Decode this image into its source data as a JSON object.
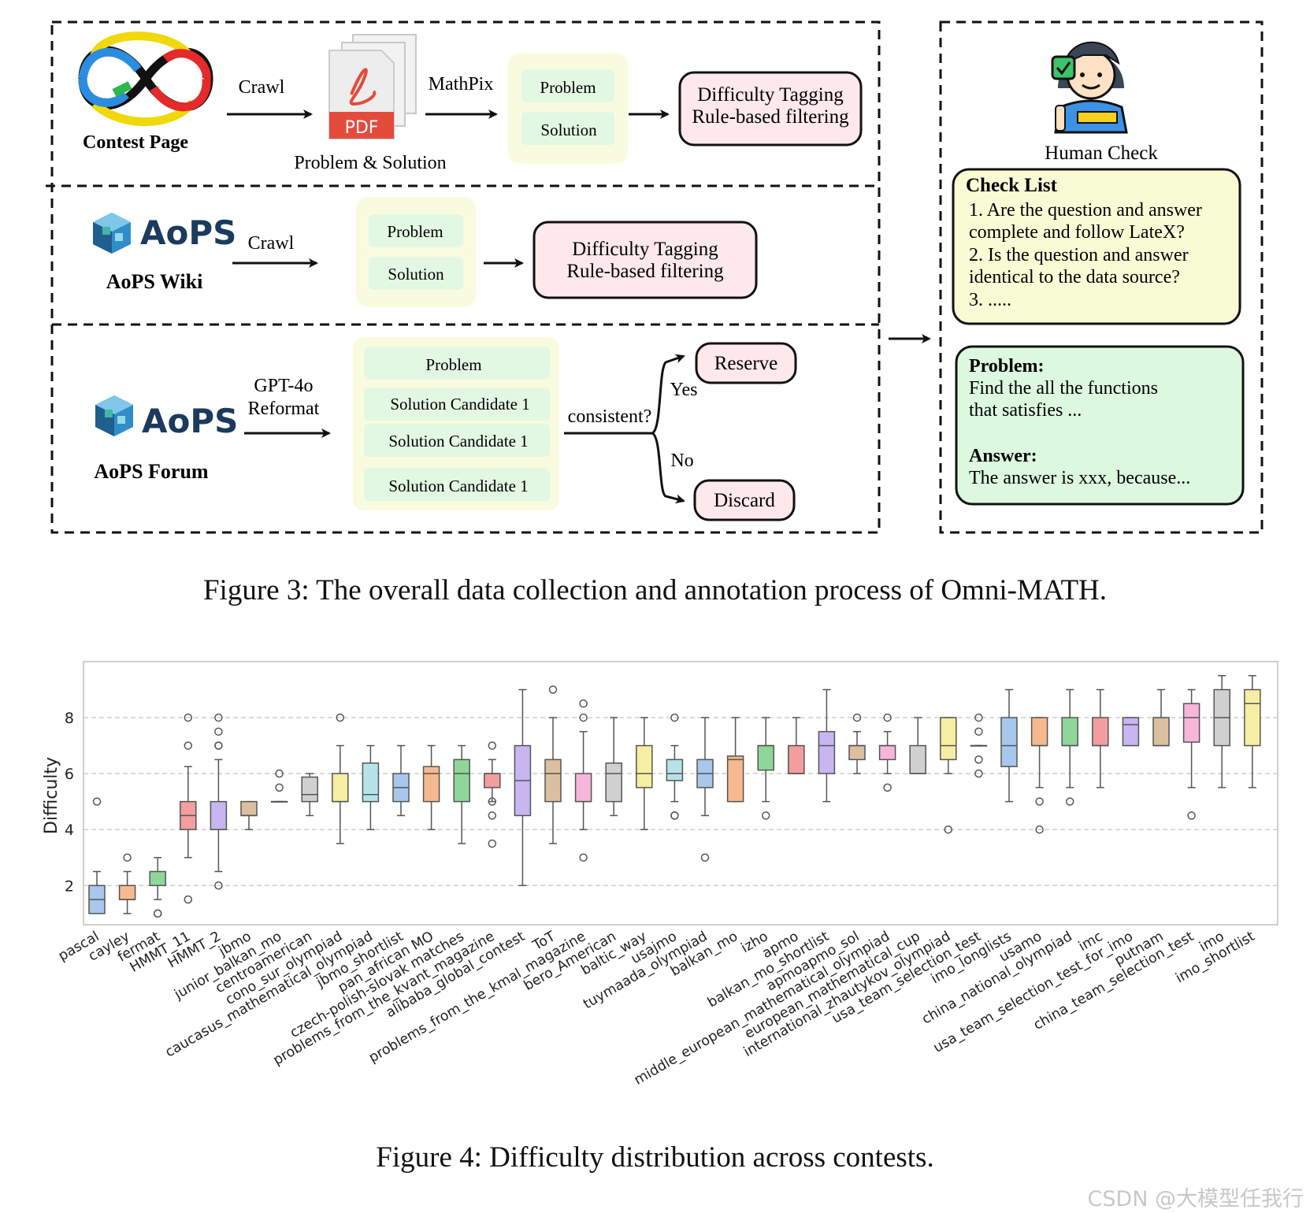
{
  "figure3": {
    "caption": "Figure 3: The overall data collection and annotation process of Omni-MATH.",
    "row1": {
      "source_label": "Contest Page",
      "crawl": "Crawl",
      "pdf_badge": "PDF",
      "pdf_caption": "Problem & Solution",
      "mathpix": "MathPix",
      "problem": "Problem",
      "solution": "Solution",
      "tag_line1": "Difficulty Tagging",
      "tag_line2": "Rule-based filtering"
    },
    "row2": {
      "logo_text": "AoPS",
      "source_label": "AoPS Wiki",
      "crawl": "Crawl",
      "problem": "Problem",
      "solution": "Solution",
      "tag_line1": "Difficulty Tagging",
      "tag_line2": "Rule-based filtering"
    },
    "row3": {
      "logo_text": "AoPS",
      "source_label": "AoPS Forum",
      "gpt_line1": "GPT-4o",
      "gpt_line2": "Reformat",
      "problem": "Problem",
      "candidates": [
        "Solution Candidate 1",
        "Solution Candidate 1",
        "Solution Candidate 1"
      ],
      "consistent": "consistent?",
      "yes": "Yes",
      "no": "No",
      "reserve": "Reserve",
      "discard": "Discard"
    },
    "human": {
      "title": "Human Check",
      "checklist_title": "Check List",
      "checklist_lines": [
        "1. Are the question and answer",
        "complete and follow LateX?",
        "2. Is the question and answer",
        "identical to the data source?",
        "3. ....."
      ],
      "problem_label": "Problem:",
      "problem_lines": [
        "Find the all the functions",
        "that satisfies ..."
      ],
      "answer_label": "Answer:",
      "answer_line": "The answer is xxx, because..."
    }
  },
  "figure4": {
    "caption": "Figure 4: Difficulty distribution across contests."
  },
  "chart_data": {
    "type": "box",
    "ylabel": "Difficulty",
    "xlabel": "",
    "ylim": [
      0.6,
      10
    ],
    "yticks": [
      2,
      4,
      6,
      8
    ],
    "grid": "horizontal dashed",
    "series": [
      {
        "name": "pascal",
        "color": "#a7c7ec",
        "q1": 1.0,
        "median": 1.5,
        "q3": 2.0,
        "whislo": 1.0,
        "whishi": 2.5,
        "fliers": [
          5.0
        ]
      },
      {
        "name": "cayley",
        "color": "#f6b98f",
        "q1": 1.5,
        "median": 1.5,
        "q3": 2.0,
        "whislo": 1.0,
        "whishi": 2.5,
        "fliers": [
          3.0
        ]
      },
      {
        "name": "fermat",
        "color": "#8fd69b",
        "q1": 2.0,
        "median": 2.0,
        "q3": 2.5,
        "whislo": 1.5,
        "whishi": 3.0,
        "fliers": [
          1.0,
          1.0
        ]
      },
      {
        "name": "HMMT_11",
        "color": "#f29e9e",
        "q1": 4.0,
        "median": 4.5,
        "q3": 5.0,
        "whislo": 3.0,
        "whishi": 6.25,
        "fliers": [
          1.5,
          7.0,
          8.0
        ]
      },
      {
        "name": "HMMT_2",
        "color": "#c9b5ef",
        "q1": 4.0,
        "median": 4.0,
        "q3": 5.0,
        "whislo": 2.5,
        "whishi": 6.5,
        "fliers": [
          2.0,
          7.0,
          7.0,
          7.5,
          8.0
        ]
      },
      {
        "name": "jbmo",
        "color": "#dcbf9e",
        "q1": 4.5,
        "median": 4.5,
        "q3": 5.0,
        "whislo": 4.0,
        "whishi": 5.0,
        "fliers": []
      },
      {
        "name": "junior_balkan_mo",
        "color": "#f7b6d9",
        "q1": 5.0,
        "median": 5.0,
        "q3": 5.0,
        "whislo": 5.0,
        "whishi": 5.0,
        "fliers": [
          5.5,
          6.0
        ]
      },
      {
        "name": "centroamerican",
        "color": "#d0d0d0",
        "q1": 5.0,
        "median": 5.25,
        "q3": 5.875,
        "whislo": 4.5,
        "whishi": 6.0,
        "fliers": []
      },
      {
        "name": "cono_sur_olympiad",
        "color": "#f5eea3",
        "q1": 5.0,
        "median": 5.0,
        "q3": 6.0,
        "whislo": 3.5,
        "whishi": 7.0,
        "fliers": [
          8.0
        ]
      },
      {
        "name": "caucasus_mathematical_olympiad",
        "color": "#b6e3ea",
        "q1": 5.0,
        "median": 5.25,
        "q3": 6.375,
        "whislo": 4.0,
        "whishi": 7.0,
        "fliers": []
      },
      {
        "name": "jbmo_shortlist",
        "color": "#a7c7ec",
        "q1": 5.0,
        "median": 5.5,
        "q3": 6.0,
        "whislo": 4.5,
        "whishi": 7.0,
        "fliers": []
      },
      {
        "name": "pan_african MO",
        "color": "#f6b98f",
        "q1": 5.0,
        "median": 6.0,
        "q3": 6.25,
        "whislo": 4.0,
        "whishi": 7.0,
        "fliers": []
      },
      {
        "name": "czech-polish-slovak matches",
        "color": "#8fd69b",
        "q1": 5.0,
        "median": 6.0,
        "q3": 6.5,
        "whislo": 3.5,
        "whishi": 7.0,
        "fliers": []
      },
      {
        "name": "problems_from_the_kvant_magazine",
        "color": "#f29e9e",
        "q1": 5.5,
        "median": 6.0,
        "q3": 6.0,
        "whislo": 5.0,
        "whishi": 6.5,
        "fliers": [
          3.5,
          4.5,
          5.0,
          7.0
        ]
      },
      {
        "name": "alibaba_global_contest",
        "color": "#c9b5ef",
        "q1": 4.5,
        "median": 5.75,
        "q3": 7.0,
        "whislo": 2.0,
        "whishi": 9.0,
        "fliers": []
      },
      {
        "name": "ToT",
        "color": "#dcbf9e",
        "q1": 5.0,
        "median": 6.0,
        "q3": 6.5,
        "whislo": 3.5,
        "whishi": 8.0,
        "fliers": [
          9.0
        ]
      },
      {
        "name": "problems_from_the_kmal_magazine",
        "color": "#f7b6d9",
        "q1": 5.0,
        "median": 5.0,
        "q3": 6.0,
        "whislo": 4.0,
        "whishi": 7.5,
        "fliers": [
          3.0,
          8.0,
          8.5
        ]
      },
      {
        "name": "bero_American",
        "color": "#d0d0d0",
        "q1": 5.0,
        "median": 6.0,
        "q3": 6.375,
        "whislo": 4.5,
        "whishi": 8.0,
        "fliers": []
      },
      {
        "name": "baltic_way",
        "color": "#f5eea3",
        "q1": 5.5,
        "median": 6.0,
        "q3": 7.0,
        "whislo": 4.0,
        "whishi": 8.0,
        "fliers": []
      },
      {
        "name": "usajmo",
        "color": "#b6e3ea",
        "q1": 5.75,
        "median": 6.0,
        "q3": 6.5,
        "whislo": 5.0,
        "whishi": 7.0,
        "fliers": [
          4.5,
          4.5,
          8.0
        ]
      },
      {
        "name": "tuymaada_olympiad",
        "color": "#a7c7ec",
        "q1": 5.5,
        "median": 6.0,
        "q3": 6.5,
        "whislo": 4.5,
        "whishi": 8.0,
        "fliers": [
          3.0
        ]
      },
      {
        "name": "balkan_mo",
        "color": "#f6b98f",
        "q1": 5.0,
        "median": 6.5,
        "q3": 6.625,
        "whislo": 5.0,
        "whishi": 8.0,
        "fliers": []
      },
      {
        "name": "izho",
        "color": "#8fd69b",
        "q1": 6.125,
        "median": 7.0,
        "q3": 7.0,
        "whislo": 5.0,
        "whishi": 8.0,
        "fliers": [
          4.5
        ]
      },
      {
        "name": "apmo",
        "color": "#f29e9e",
        "q1": 6.0,
        "median": 6.0,
        "q3": 7.0,
        "whislo": 6.0,
        "whishi": 8.0,
        "fliers": []
      },
      {
        "name": "balkan_mo_shortlist",
        "color": "#c9b5ef",
        "q1": 6.0,
        "median": 7.0,
        "q3": 7.5,
        "whislo": 5.0,
        "whishi": 9.0,
        "fliers": []
      },
      {
        "name": "apmoapmo_sol",
        "color": "#dcbf9e",
        "q1": 6.5,
        "median": 7.0,
        "q3": 7.0,
        "whislo": 6.0,
        "whishi": 7.5,
        "fliers": [
          8.0
        ]
      },
      {
        "name": "middle_european_mathematical_olympiad",
        "color": "#f7b6d9",
        "q1": 6.5,
        "median": 7.0,
        "q3": 7.0,
        "whislo": 6.0,
        "whishi": 7.5,
        "fliers": [
          5.5,
          8.0
        ]
      },
      {
        "name": "european_mathematical_cup",
        "color": "#d0d0d0",
        "q1": 6.0,
        "median": 6.0,
        "q3": 7.0,
        "whislo": 6.0,
        "whishi": 8.0,
        "fliers": []
      },
      {
        "name": "international_zhautykov_olympiad",
        "color": "#f5eea3",
        "q1": 6.5,
        "median": 7.0,
        "q3": 8.0,
        "whislo": 6.0,
        "whishi": 8.0,
        "fliers": [
          4.0
        ]
      },
      {
        "name": "usa_team_selection_test",
        "color": "#b6e3ea",
        "q1": 7.0,
        "median": 7.0,
        "q3": 7.0,
        "whislo": 7.0,
        "whishi": 7.0,
        "fliers": [
          6.0,
          6.5,
          7.5,
          8.0
        ]
      },
      {
        "name": "imo_longlists",
        "color": "#a7c7ec",
        "q1": 6.25,
        "median": 7.0,
        "q3": 8.0,
        "whislo": 5.0,
        "whishi": 9.0,
        "fliers": []
      },
      {
        "name": "usamo",
        "color": "#f6b98f",
        "q1": 7.0,
        "median": 7.0,
        "q3": 8.0,
        "whislo": 5.5,
        "whishi": 8.0,
        "fliers": [
          4.0,
          5.0
        ]
      },
      {
        "name": "china_national_olympiad",
        "color": "#8fd69b",
        "q1": 7.0,
        "median": 7.0,
        "q3": 8.0,
        "whislo": 5.5,
        "whishi": 9.0,
        "fliers": [
          5.0
        ]
      },
      {
        "name": "imc",
        "color": "#f29e9e",
        "q1": 7.0,
        "median": 7.0,
        "q3": 8.0,
        "whislo": 5.5,
        "whishi": 9.0,
        "fliers": []
      },
      {
        "name": "usa_team_selection_test_for_imo",
        "color": "#c9b5ef",
        "q1": 7.0,
        "median": 7.75,
        "q3": 8.0,
        "whislo": 7.0,
        "whishi": 8.0,
        "fliers": []
      },
      {
        "name": "putnam",
        "color": "#dcbf9e",
        "q1": 7.0,
        "median": 7.0,
        "q3": 8.0,
        "whislo": 7.0,
        "whishi": 9.0,
        "fliers": []
      },
      {
        "name": "china_team_selection_test",
        "color": "#f7b6d9",
        "q1": 7.125,
        "median": 8.0,
        "q3": 8.5,
        "whislo": 5.5,
        "whishi": 9.0,
        "fliers": [
          4.5
        ]
      },
      {
        "name": "imo",
        "color": "#d0d0d0",
        "q1": 7.0,
        "median": 8.0,
        "q3": 9.0,
        "whislo": 5.5,
        "whishi": 9.5,
        "fliers": []
      },
      {
        "name": "imo_shortlist",
        "color": "#f5eea3",
        "q1": 7.0,
        "median": 8.5,
        "q3": 9.0,
        "whislo": 5.5,
        "whishi": 9.5,
        "fliers": []
      }
    ]
  },
  "watermark": "CSDN @大模型任我行"
}
